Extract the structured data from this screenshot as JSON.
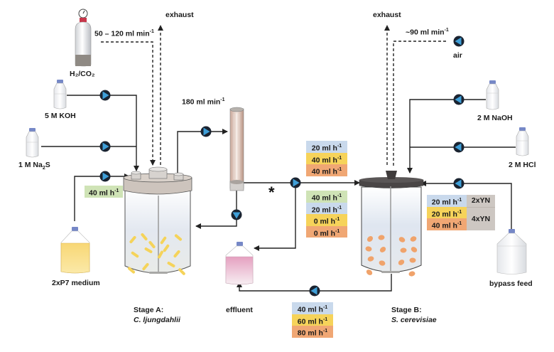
{
  "diagram": {
    "title": "Two-stage bioreactor setup",
    "gas_inputs": {
      "h2co2": {
        "label": "H₂/CO₂",
        "flow": "50 – 120 ml min",
        "flow_unit_exp": "-1"
      },
      "air": {
        "label": "air",
        "flow": "~90 ml min",
        "flow_unit_exp": "-1"
      }
    },
    "exhaust_labels": [
      "exhaust",
      "exhaust"
    ],
    "stage_a": {
      "title": "Stage A:",
      "organism": "C. ljungdahlii",
      "inputs": [
        {
          "label": "5 M KOH"
        },
        {
          "label_main": "1 M Na",
          "label_sub": "2",
          "label_tail": "S"
        },
        {
          "label": "2xP7 medium",
          "flow": "40 ml h",
          "flow_exp": "-1",
          "color": "#cfe3b6"
        }
      ],
      "recycle_flow": "180 ml min",
      "recycle_flow_exp": "-1"
    },
    "transfer_flows": [
      {
        "value": "20 ml h",
        "exp": "-1",
        "color": "#c9d9ec"
      },
      {
        "value": "40 ml h",
        "exp": "-1",
        "color": "#f6d35a"
      },
      {
        "value": "40 ml h",
        "exp": "-1",
        "color": "#f0a774"
      }
    ],
    "bleed_flows": [
      {
        "value": "40 ml h",
        "exp": "-1",
        "color": "#cfe3b6"
      },
      {
        "value": "20 ml h",
        "exp": "-1",
        "color": "#c9d9ec"
      },
      {
        "value": "0 ml h",
        "exp": "-1",
        "color": "#f6d35a"
      },
      {
        "value": "0 ml h",
        "exp": "-1",
        "color": "#f0a774"
      }
    ],
    "asterisk": "*",
    "stage_b": {
      "title": "Stage B:",
      "organism": "S. cerevisiae",
      "inputs": [
        {
          "label": "2 M NaOH"
        },
        {
          "label": "2 M HCl"
        },
        {
          "label": "bypass feed"
        }
      ],
      "bypass_flows": [
        {
          "value": "20 ml h",
          "exp": "-1",
          "color": "#c9d9ec",
          "medium": "2xYN"
        },
        {
          "value": "20 ml h",
          "exp": "-1",
          "color": "#f6d35a",
          "medium": "4xYN"
        },
        {
          "value": "40 ml h",
          "exp": "-1",
          "color": "#f0a774",
          "medium": ""
        }
      ]
    },
    "effluent": {
      "label": "effluent",
      "flows": [
        {
          "value": "40 ml h",
          "exp": "-1",
          "color": "#c9d9ec"
        },
        {
          "value": "60 ml h",
          "exp": "-1",
          "color": "#f6d35a"
        },
        {
          "value": "80 ml h",
          "exp": "-1",
          "color": "#f0a774"
        }
      ]
    },
    "colors": {
      "pump_fill": "#3f9fd8",
      "pump_ring": "#1a2330",
      "line": "#222222",
      "stage_a_cells": "#f5d35a",
      "stage_b_cells": "#f0a36b",
      "effluent_liquid": "#e7a7c4",
      "medium_liquid": "#f8d774"
    }
  }
}
